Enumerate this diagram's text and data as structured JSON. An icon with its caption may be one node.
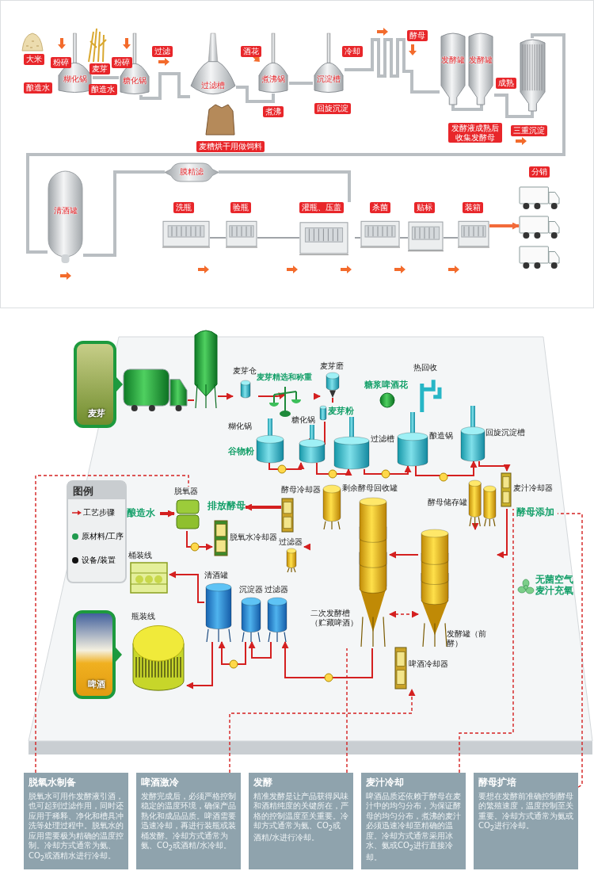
{
  "diagram": {
    "nodes": [
      {
        "text": [
          "糊化锅"
        ]
      },
      {
        "text": [
          "糖化锅"
        ]
      },
      {
        "text": [
          "过滤槽"
        ]
      },
      {
        "text": [
          "煮沸锅"
        ]
      },
      {
        "text": [
          "沉淀槽"
        ]
      },
      {
        "text": [
          "发酵罐"
        ]
      },
      {
        "text": [
          "发酵罐"
        ]
      },
      {
        "text": [],
        "shape": "cylinder"
      },
      {
        "text": [
          "清酒罐"
        ]
      },
      {
        "text": [
          "膜精滤"
        ]
      },
      {
        "text": [
          "洗瓶"
        ]
      },
      {
        "text": [
          "验瓶"
        ]
      },
      {
        "text": [
          "灌瓶、压盖"
        ]
      },
      {
        "text": [
          "杀菌"
        ]
      },
      {
        "text": [
          "贴标"
        ]
      },
      {
        "text": [
          "装箱"
        ]
      },
      {
        "text": [],
        "shape": "truck"
      },
      {
        "text": [],
        "shape": "truck"
      },
      {
        "text": [],
        "shape": "truck"
      },
      {
        "text": [
          "麦芽"
        ]
      },
      {
        "text": [],
        "shape": "truck"
      },
      {
        "text": [],
        "shape": "silo"
      },
      {
        "text": [
          "麦芽仓"
        ]
      },
      {
        "text": [
          "麦芽精选和称重"
        ]
      },
      {
        "text": [
          "麦芽磨"
        ]
      },
      {
        "text": [
          "麦芽粉"
        ]
      },
      {
        "text": [
          "糖浆啤酒花"
        ]
      },
      {
        "text": [
          "热回收"
        ]
      },
      {
        "text": [
          "糊化锅"
        ],
        "beside": [
          "谷物粉"
        ]
      },
      {
        "text": [
          "糖化锅"
        ]
      },
      {
        "text": [
          "过滤槽"
        ]
      },
      {
        "text": [
          "酿造锅"
        ]
      },
      {
        "text": [
          "回旋沉淀槽"
        ]
      },
      {
        "text": [
          "麦汁冷却器"
        ]
      },
      {
        "text": [
          "酵母储存罐"
        ]
      },
      {
        "text": [
          "剩余酵母回收罐"
        ]
      },
      {
        "text": [
          "二次发酵槽（贮藏啤酒）"
        ]
      },
      {
        "text": [
          "发酵罐（前酵）"
        ]
      },
      {
        "text": [
          "酵母冷却器"
        ]
      },
      {
        "text": [
          "排放酵母"
        ]
      },
      {
        "text": [
          "脱氧器"
        ]
      },
      {
        "text": [
          "酿造水"
        ]
      },
      {
        "text": [
          "脱氧水冷却器"
        ]
      },
      {
        "text": [
          "过滤器"
        ]
      },
      {
        "text": [
          "桶装线"
        ]
      },
      {
        "text": [
          "清酒罐"
        ]
      },
      {
        "text": [
          "沉淀器"
        ]
      },
      {
        "text": [
          "过滤器"
        ]
      },
      {
        "text": [
          "瓶装线"
        ]
      },
      {
        "text": [
          "啤酒"
        ]
      },
      {
        "text": [
          "啤酒冷却器"
        ]
      },
      {
        "text": [
          "无菌空气麦汁充氧"
        ]
      },
      {
        "text": [
          "酵母添加"
        ]
      },
      {
        "text": [
          "脱氧水制备",
          "脱氧水可用作发酵液引酒，也可起到过滤作用，同时还应用于稀释、净化和槽具冲洗等处理过程中。脱氧水的应用需要极为精确的温度控制。冷却方式通常为氨、CO$_{2}$或酒精水进行冷却。"
        ]
      },
      {
        "text": [
          "啤酒激冷",
          "发酵完成后，必须严格控制稳定的温度环境，确保产品熟化和成品品质。啤酒需要迅速冷却，再进行装瓶或装桶发酵。冷却方式通常为氨、CO$_{2}$或酒精/水冷却。"
        ]
      },
      {
        "text": [
          "发酵",
          "精准发酵是让产品获得风味和酒精纯度的关键所在，严格的控制温度至关重要。冷却方式通常为氨、CO$_{2}$或酒精/水进行冷却。"
        ]
      },
      {
        "text": [
          "麦汁冷却",
          "啤酒品质还依赖于酵母在麦汁中的均匀分布，为保证酵母的均匀分布，煮沸的麦汁必须迅速冷却至精确的温度。冷却方式通常采用冰水、氨或CO$_{2}$进行直接冷却。"
        ]
      },
      {
        "text": [
          "酵母扩培",
          "要想在发酵前准确控制酵母的繁殖速度，温度控制至关重要。冷却方式通常为氨或CO$_{2}$进行冷却。"
        ]
      }
    ],
    "edges": [
      {
        "from": 0,
        "to": 1,
        "arrow": "none",
        "style": "thick",
        "color": "#b9bec2"
      },
      {
        "from": 1,
        "to": 2,
        "arrow": "none",
        "style": "thick",
        "color": "#b9bec2"
      },
      {
        "from": 2,
        "to": 3,
        "arrow": "none",
        "style": "thick",
        "color": "#b9bec2"
      },
      {
        "from": 3,
        "to": 4,
        "arrow": "none",
        "style": "thick",
        "color": "#b9bec2"
      },
      {
        "from": 4,
        "to": 5,
        "arrow": "none",
        "style": "thick",
        "color": "#b9bec2"
      },
      {
        "from": 5,
        "to": 6,
        "arrow": "none",
        "style": "thick",
        "color": "#b9bec2"
      },
      {
        "from": 6,
        "to": 7,
        "arrow": "none",
        "style": "thick",
        "color": "#b9bec2"
      },
      {
        "from": 7,
        "to": 8,
        "arrow": "none",
        "style": "thick",
        "color": "#b9bec2"
      },
      {
        "from": 8,
        "to": 9,
        "arrow": "none",
        "style": "thick",
        "color": "#b9bec2"
      },
      {
        "from": 9,
        "to": 12,
        "arrow": "none",
        "style": "thick",
        "color": "#b9bec2"
      },
      {
        "from": 10,
        "to": 11,
        "arrow": "none",
        "color": "#a0a4a8"
      },
      {
        "from": 11,
        "to": 12,
        "arrow": "none",
        "color": "#a0a4a8"
      },
      {
        "from": 12,
        "to": 13,
        "arrow": "none",
        "color": "#a0a4a8"
      },
      {
        "from": 13,
        "to": 14,
        "arrow": "none",
        "color": "#a0a4a8"
      },
      {
        "from": 14,
        "to": 15,
        "arrow": "none",
        "color": "#a0a4a8"
      },
      {
        "from": 15,
        "to": 17,
        "arrow": "to",
        "style": "thick",
        "color": "#f26b3a"
      },
      {
        "from": 20,
        "to": 21,
        "arrow": "none"
      },
      {
        "from": 21,
        "to": 22,
        "arrow": "to"
      },
      {
        "from": 22,
        "to": 23,
        "arrow": "to"
      },
      {
        "from": 23,
        "to": 24,
        "arrow": "to"
      },
      {
        "from": 24,
        "to": 25,
        "arrow": "none"
      },
      {
        "from": 25,
        "to": 29,
        "arrow": "none"
      },
      {
        "from": 28,
        "to": 29,
        "arrow": "to"
      },
      {
        "from": 29,
        "to": 30,
        "arrow": "to"
      },
      {
        "from": 30,
        "to": 31,
        "arrow": "to"
      },
      {
        "from": 31,
        "to": 32,
        "arrow": "to"
      },
      {
        "from": 32,
        "to": 33,
        "arrow": "to"
      },
      {
        "from": 33,
        "to": 37,
        "arrow": "to"
      },
      {
        "from": 34,
        "to": 37,
        "arrow": "to"
      },
      {
        "from": 37,
        "to": 36,
        "arrow": "to"
      },
      {
        "from": 36,
        "to": 37,
        "arrow": "both",
        "style": "dashed"
      },
      {
        "from": 36,
        "to": 47,
        "arrow": "to"
      },
      {
        "from": 47,
        "to": 46,
        "arrow": "to"
      },
      {
        "from": 46,
        "to": 45,
        "arrow": "to"
      },
      {
        "from": 45,
        "to": 48,
        "arrow": "to"
      },
      {
        "from": 45,
        "to": 44,
        "arrow": "to"
      },
      {
        "from": 40,
        "to": 42,
        "arrow": "to"
      },
      {
        "from": 41,
        "to": 40,
        "arrow": "to",
        "style": "thick"
      },
      {
        "from": 38,
        "to": 39,
        "arrow": "to",
        "style": "thick"
      },
      {
        "from": 36,
        "to": 43,
        "arrow": "to"
      },
      {
        "from": 53,
        "to": 40,
        "arrow": "none",
        "style": "dashed"
      },
      {
        "from": 54,
        "to": 50,
        "arrow": "to",
        "style": "dashed"
      },
      {
        "from": 55,
        "to": 36,
        "arrow": "none",
        "style": "dashed"
      },
      {
        "from": 56,
        "to": 33,
        "arrow": "none",
        "style": "dashed"
      },
      {
        "from": 57,
        "to": 52,
        "arrow": "none",
        "style": "dashed"
      }
    ],
    "labels": [
      "大米",
      "粉碎",
      "麦芽",
      "粉碎",
      "过滤",
      "酒花",
      "冷却",
      "酵母",
      "酿造水",
      "酿造水",
      "煮沸",
      "回旋沉淀",
      "麦糟烘干用做饲料",
      "成熟",
      "发酵液成熟后收集发酵母",
      "三重沉淀",
      "分销",
      "图例"
    ],
    "legend": [
      {
        "text": "工艺步骤"
      },
      {
        "text": "原材料/工序",
        "color": "#1f9a4e"
      },
      {
        "text": "设备/装置",
        "color": "#111111"
      }
    ]
  }
}
